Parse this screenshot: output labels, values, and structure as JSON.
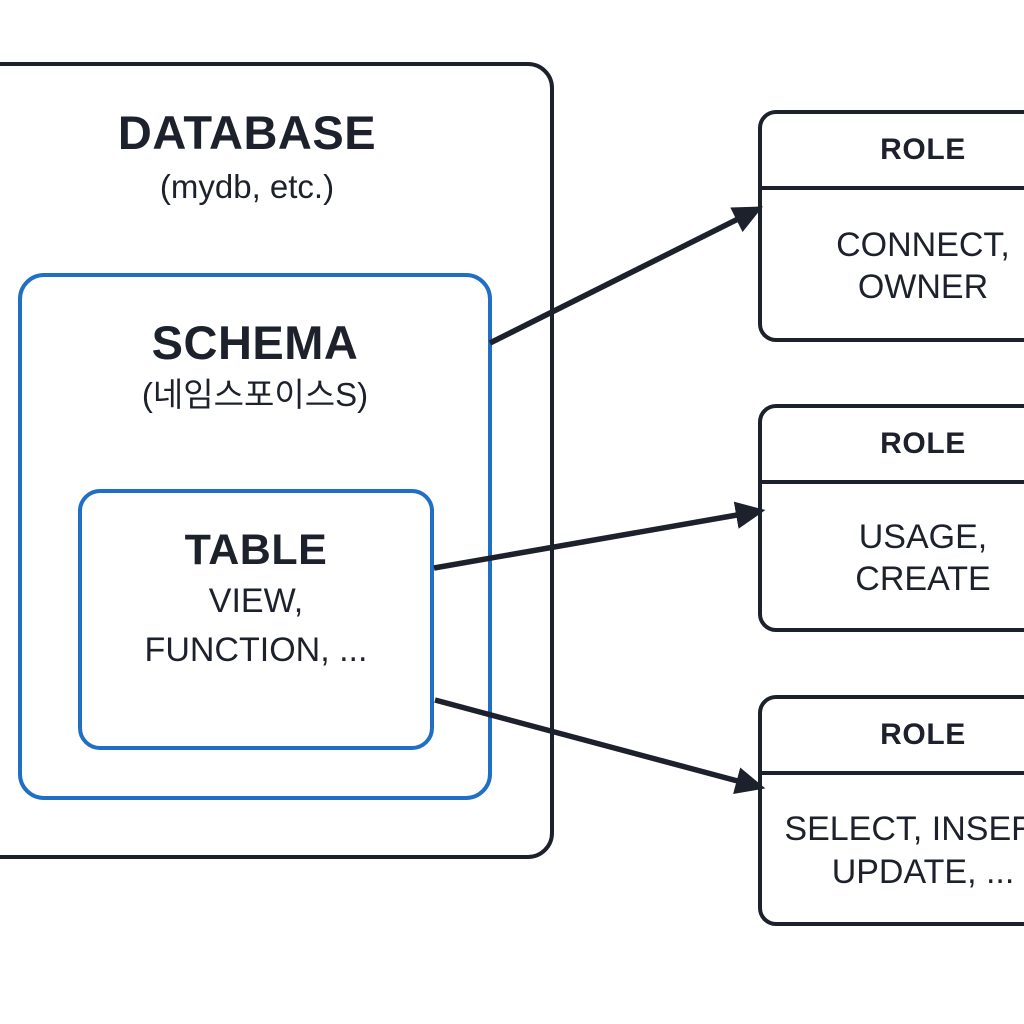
{
  "diagram": {
    "title_hidden": "",
    "colors": {
      "outline_dark": "#1d212b",
      "outline_blue": "#1f6fc4",
      "background": "#ffffff",
      "arrow": "#1d212b"
    }
  },
  "database": {
    "title": "DATABASE",
    "subtitle": "(mydb, etc.)"
  },
  "schema": {
    "title": "SCHEMA",
    "subtitle": "(네임스포이스S)"
  },
  "table": {
    "title": "TABLE",
    "subtitle_line1": "VIEW,",
    "subtitle_line2": "FUNCTION, ..."
  },
  "roles": [
    {
      "header": "ROLE",
      "body_line1": "CONNECT,",
      "body_line2": "OWNER"
    },
    {
      "header": "ROLE",
      "body_line1": "USAGE,",
      "body_line2": "CREATE"
    },
    {
      "header": "ROLE",
      "body_line1": "SELECT, INSERT,",
      "body_line2": "UPDATE, ..."
    }
  ],
  "arrows": [
    {
      "from": "schema",
      "to": "role-1"
    },
    {
      "from": "table",
      "to": "role-2"
    },
    {
      "from": "table",
      "to": "role-3"
    }
  ]
}
